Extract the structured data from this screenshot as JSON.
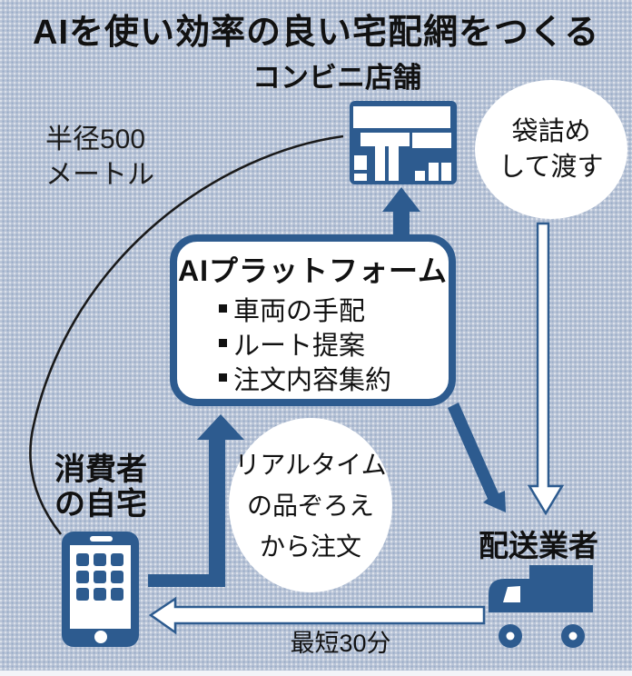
{
  "colors": {
    "background": "#b9c4d7",
    "accent": "#2d5b8f",
    "ink": "#111111",
    "arc": "#1a1a1a",
    "bubble": "#ffffff"
  },
  "title": "AIを使い効率の良い宅配網をつくる",
  "store": {
    "label": "コンビニ店舗"
  },
  "bagging_note": {
    "lines": [
      "袋詰め",
      "して渡す"
    ]
  },
  "radius_note": {
    "lines": [
      "半径500",
      "メートル"
    ]
  },
  "platform": {
    "title": "AIプラットフォーム",
    "items": [
      "車両の手配",
      "ルート提案",
      "注文内容集約"
    ]
  },
  "consumer": {
    "lines": [
      "消費者",
      "の自宅"
    ]
  },
  "realtime_note": {
    "lines": [
      "リアルタイム",
      "の品ぞろえ",
      "から注文"
    ]
  },
  "courier": {
    "label": "配送業者"
  },
  "delivery_time": {
    "label": "最短30分"
  },
  "icons": {
    "store-icon": "convenience storefront",
    "smartphone-icon": "smartphone with app grid",
    "truck-icon": "delivery box truck",
    "up-arrow-icon": "solid arrow platform to store",
    "order-arrow-icon": "solid L-shaped arrow phone to platform",
    "dispatch-arrow-icon": "solid diagonal arrow platform to courier",
    "handoff-arrow-icon": "outlined arrow store to courier",
    "delivery-arrow-icon": "outlined arrow courier to home",
    "radius-arc": "500m radius arc"
  }
}
